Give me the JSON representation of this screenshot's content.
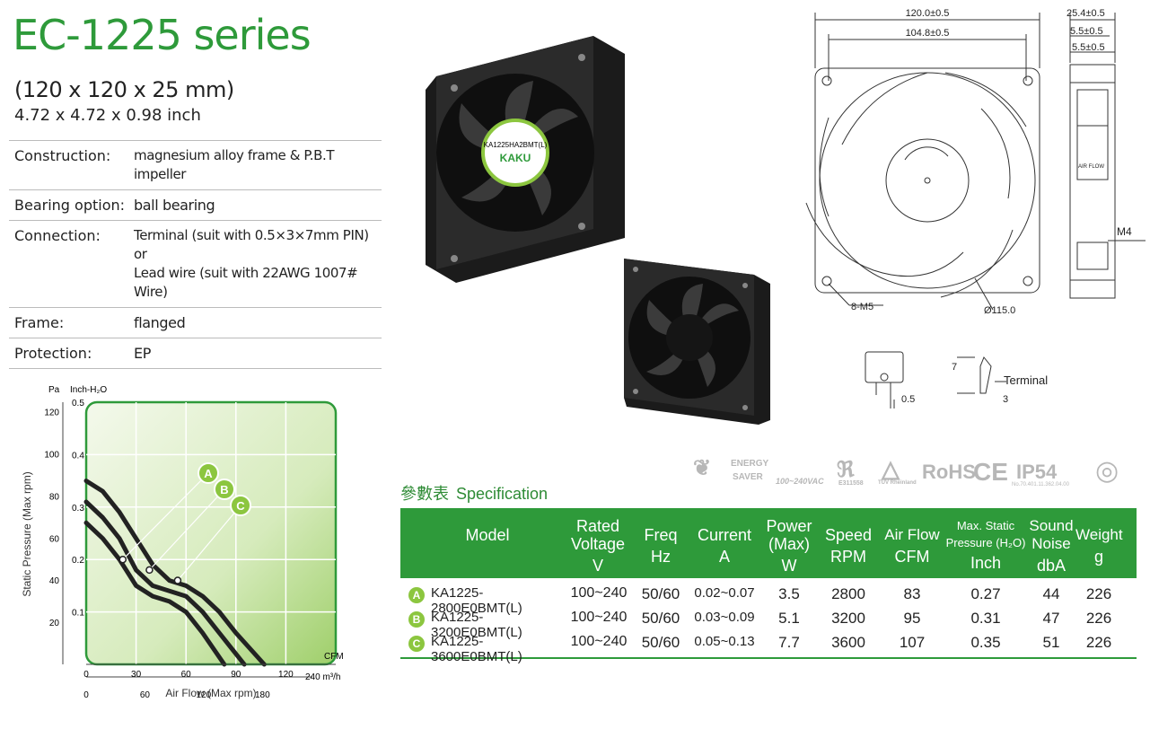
{
  "header": {
    "title": "EC-1225 series",
    "dimensions_mm": "(120 x 120 x 25 mm)",
    "dimensions_inch": "4.72 x 4.72 x 0.98 inch"
  },
  "specs": [
    {
      "label": "Construction:",
      "value": "magnesium alloy frame & P.B.T impeller"
    },
    {
      "label": "Bearing option:",
      "value": "ball bearing"
    },
    {
      "label": "Connection:",
      "value": "Terminal (suit with 0.5×3×7mm PIN) or",
      "value2": "Lead wire (suit with 22AWG 1007# Wire)"
    },
    {
      "label": "Frame:",
      "value": "flanged"
    },
    {
      "label": "Protection:",
      "value": "EP"
    }
  ],
  "fan_label": {
    "brand": "KAKU",
    "model": "KA1225HA2BMT(L)"
  },
  "drawing": {
    "w_total": "120.0±0.5",
    "w_hole": "104.8±0.5",
    "depth": "25.4±0.5",
    "d1": "5.5±0.5",
    "d2": "5.5±0.5",
    "screw": "8-M5",
    "diameter": "Ø115.0",
    "m4": "M4",
    "pin_w": "0.5",
    "pin_h": "7",
    "pin_t": "3",
    "terminal": "Terminal",
    "airflow_label": "AIR FLOW"
  },
  "certifications": [
    "ENERGY",
    "SAVER",
    "100~240VAC",
    "E311558",
    "TÜV Rheinland",
    "RoHS",
    "CE",
    "IP54",
    "No.70.401.11.362.04.00"
  ],
  "chart_data": {
    "type": "line",
    "xlabel": "Air Flow (Max rpm)",
    "ylabel": "Static Pressure (Max rpm)",
    "x_unit_top": "CFM",
    "x_unit_bottom": "240 m³/h",
    "y_unit_left": "Pa",
    "y_unit_right": "Inch-H₂O",
    "x_ticks_cfm": [
      "0",
      "30",
      "60",
      "90",
      "120"
    ],
    "x_ticks_m3h": [
      "0",
      "60",
      "120",
      "180"
    ],
    "y_ticks_pa": [
      "20",
      "40",
      "60",
      "80",
      "100",
      "120"
    ],
    "y_ticks_inch": [
      "0.1",
      "0.2",
      "0.3",
      "0.4",
      "0.5"
    ],
    "xlim_cfm": [
      0,
      150
    ],
    "ylim_inch": [
      0,
      0.5
    ],
    "series": [
      {
        "name": "A",
        "x": [
          0,
          10,
          20,
          30,
          40,
          50,
          60,
          70,
          83
        ],
        "y": [
          0.27,
          0.24,
          0.2,
          0.15,
          0.13,
          0.12,
          0.1,
          0.06,
          0
        ]
      },
      {
        "name": "B",
        "x": [
          0,
          10,
          20,
          30,
          40,
          50,
          60,
          70,
          80,
          95
        ],
        "y": [
          0.31,
          0.28,
          0.24,
          0.18,
          0.15,
          0.14,
          0.13,
          0.1,
          0.06,
          0
        ]
      },
      {
        "name": "C",
        "x": [
          0,
          10,
          20,
          30,
          40,
          50,
          60,
          70,
          80,
          90,
          107
        ],
        "y": [
          0.35,
          0.33,
          0.29,
          0.24,
          0.19,
          0.16,
          0.15,
          0.13,
          0.1,
          0.06,
          0
        ]
      }
    ],
    "markers": [
      {
        "name": "A",
        "x": 22,
        "y": 0.2
      },
      {
        "name": "B",
        "x": 38,
        "y": 0.18
      },
      {
        "name": "C",
        "x": 55,
        "y": 0.16
      }
    ]
  },
  "spec_table": {
    "heading_cn": "參數表",
    "heading": "Specification",
    "columns": [
      {
        "name": "Model",
        "unit": ""
      },
      {
        "name": "Rated Voltage",
        "unit": "V"
      },
      {
        "name": "Freq",
        "unit": "Hz"
      },
      {
        "name": "Current",
        "unit": "A"
      },
      {
        "name": "Power (Max)",
        "unit": "W"
      },
      {
        "name": "Speed",
        "unit": "RPM"
      },
      {
        "name": "Air Flow",
        "unit": "CFM"
      },
      {
        "name": "Max. Static Pressure (H₂O)",
        "unit": "Inch"
      },
      {
        "name": "Sound Noise",
        "unit": "dbA"
      },
      {
        "name": "Weight",
        "unit": "g"
      }
    ],
    "rows": [
      {
        "badge": "A",
        "cells": [
          "KA1225-2800E0BMT(L)",
          "100~240",
          "50/60",
          "0.02~0.07",
          "3.5",
          "2800",
          "83",
          "0.27",
          "44",
          "226"
        ]
      },
      {
        "badge": "B",
        "cells": [
          "KA1225-3200E0BMT(L)",
          "100~240",
          "50/60",
          "0.03~0.09",
          "5.1",
          "3200",
          "95",
          "0.31",
          "47",
          "226"
        ]
      },
      {
        "badge": "C",
        "cells": [
          "KA1225-3600E0BMT(L)",
          "100~240",
          "50/60",
          "0.05~0.13",
          "7.7",
          "3600",
          "107",
          "0.35",
          "51",
          "226"
        ]
      }
    ]
  },
  "colors": {
    "brand_green": "#2e9a3a",
    "badge_green": "#8cc63f"
  }
}
